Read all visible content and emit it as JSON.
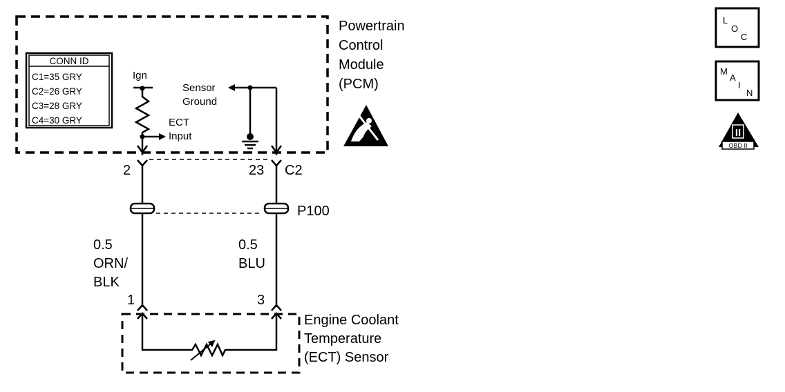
{
  "pcm": {
    "title_lines": [
      "Powertrain",
      "Control",
      "Module",
      "(PCM)"
    ]
  },
  "conn_table": {
    "header": "CONN ID",
    "rows": [
      "C1=35 GRY",
      "C2=26 GRY",
      "C3=28 GRY",
      "C4=30 GRY"
    ]
  },
  "pcm_internal": {
    "ign": "Ign",
    "ect_input_lines": [
      "ECT",
      "Input"
    ],
    "sensor_ground_lines": [
      "Sensor",
      "Ground"
    ]
  },
  "pins": {
    "left_pcm": "2",
    "right_pcm": "23",
    "connector": "C2",
    "splice": "P100",
    "left_sensor": "1",
    "right_sensor": "3"
  },
  "wires": {
    "left_lines": [
      "0.5",
      "ORN/",
      "BLK"
    ],
    "right_lines": [
      "0.5",
      "BLU"
    ]
  },
  "sensor": {
    "title_lines": [
      "Engine Coolant",
      "Temperature",
      "(ECT) Sensor"
    ]
  },
  "icons": {
    "loc": {
      "chars": [
        "L",
        "O",
        "C"
      ]
    },
    "main": {
      "chars": [
        "M",
        "A",
        "I",
        "N"
      ]
    },
    "obd": {
      "numeral": "II",
      "label": "OBD II"
    }
  },
  "symbols": [
    "esd-sensitive-icon",
    "ground-icon",
    "loc-icon",
    "main-icon",
    "obd-ii-icon"
  ]
}
